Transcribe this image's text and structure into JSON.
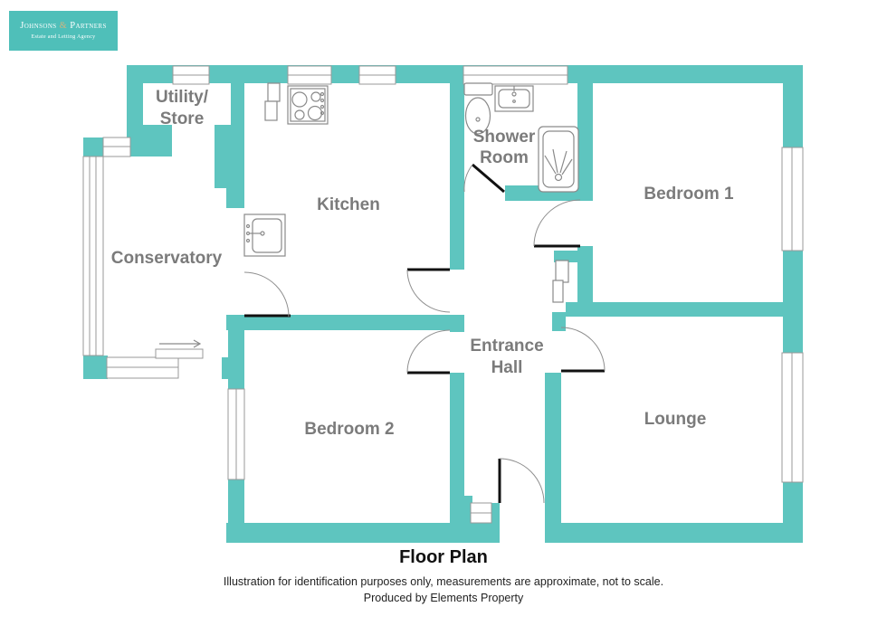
{
  "logo": {
    "name_left": "Johnsons",
    "ampersand": "&",
    "name_right": "Partners",
    "subtitle": "Estate and Letting Agency"
  },
  "plan": {
    "rooms": {
      "utility_line1": "Utility/",
      "utility_line2": "Store",
      "kitchen": "Kitchen",
      "shower_line1": "Shower",
      "shower_line2": "Room",
      "bedroom1": "Bedroom 1",
      "conservatory": "Conservatory",
      "hall_line1": "Entrance",
      "hall_line2": "Hall",
      "bedroom2": "Bedroom 2",
      "lounge": "Lounge"
    }
  },
  "footer": {
    "title": "Floor Plan",
    "disclaimer": "Illustration for identification purposes only, measurements are approximate, not to scale.",
    "credit": "Produced by Elements Property"
  },
  "colors": {
    "wall": "#5EC5BF",
    "logo_background": "#4FBFB9",
    "room_label": "#7B7B7B",
    "ampersand": "#C9B584",
    "door": "#111111",
    "fixture_stroke": "#8A8A8A"
  }
}
